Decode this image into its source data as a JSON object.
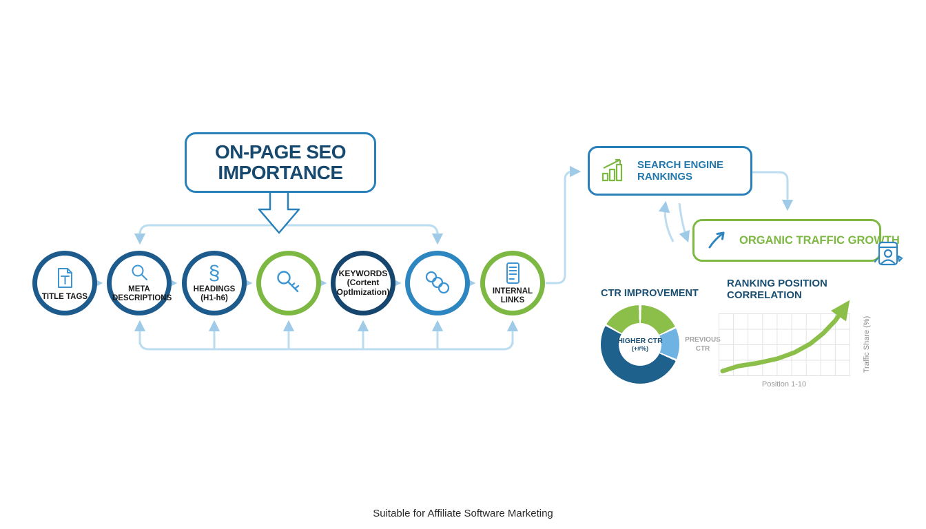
{
  "title_box": {
    "label": "ON-PAGE SEO IMPORTANCE"
  },
  "factors": [
    {
      "label": "TITLE TAGS",
      "icon": "document-t-icon",
      "border_color": "#1e5b8d"
    },
    {
      "label": "META DESCRIPTIONS",
      "icon": "magnifier-icon",
      "border_color": "#1e5b8d"
    },
    {
      "label": "HEADINGS (H1-h6)",
      "icon": "section-sign-icon",
      "border_color": "#1e5b8d"
    },
    {
      "label": "",
      "icon": "key-icon",
      "border_color": "#7db843"
    },
    {
      "label": "KEYWORDS (Cortent Optlmization)",
      "icon": "",
      "border_color": "#16456e"
    },
    {
      "label": "",
      "icon": "chain-links-icon",
      "border_color": "#2e86c1"
    },
    {
      "label": "INTERNAL LINKS",
      "icon": "mobile-page-icon",
      "border_color": "#7db843"
    }
  ],
  "outcome_boxes": {
    "rankings_label": "SEARCH ENGINE RANKINGS",
    "organic_label": "ORGANIC TRAFFIC GROWTH"
  },
  "caption": "Suitable for Affiliate Software Marketing",
  "colors": {
    "dark_navy_text": "#17496f",
    "box_border_blue": "#2980b9",
    "rankings_text_blue": "#2278ab",
    "green_accent": "#7db843",
    "connector_light_blue": "#bcdcf0",
    "donut_dark_blue": "#1f618d",
    "donut_light_blue": "#6fb3e3",
    "donut_green": "#8cbf4a",
    "gray_label": "#9a9a9a"
  },
  "chart_data": [
    {
      "type": "pie",
      "subtype": "donut",
      "title": "CTR IMPROVEMENT",
      "center_label": "HIGHER CTR",
      "center_sublabel": "(+#%)",
      "side_label": "PREVIOUS CTR",
      "legend_position": "right",
      "segments": [
        {
          "name": "higher-ctr-green-right",
          "color": "#8cbf4a",
          "start_deg": 2,
          "end_deg": 63,
          "approx_pct": 17
        },
        {
          "name": "previous-ctr-light-blue",
          "color": "#6fb3e3",
          "start_deg": 66,
          "end_deg": 112,
          "approx_pct": 13
        },
        {
          "name": "higher-ctr-dark-blue",
          "color": "#1f618d",
          "start_deg": 115,
          "end_deg": 298,
          "approx_pct": 51
        },
        {
          "name": "higher-ctr-green-left",
          "color": "#8cbf4a",
          "start_deg": 301,
          "end_deg": 358,
          "approx_pct": 16
        }
      ]
    },
    {
      "type": "line",
      "title": "RANKING POSITION CORRELATION",
      "xlabel": "Position 1-10",
      "ylabel": "Traffic Share (%)",
      "line_color": "#8cbf4a",
      "grid": {
        "cols": 9,
        "rows": 4,
        "on": true
      },
      "trend": "rising curve, accelerating toward position 10, arrow exits above grid",
      "points_rel": [
        [
          0.03,
          0.93
        ],
        [
          0.15,
          0.85
        ],
        [
          0.3,
          0.8
        ],
        [
          0.45,
          0.73
        ],
        [
          0.58,
          0.63
        ],
        [
          0.7,
          0.49
        ],
        [
          0.8,
          0.32
        ],
        [
          0.89,
          0.12
        ],
        [
          0.97,
          -0.12
        ]
      ]
    }
  ]
}
